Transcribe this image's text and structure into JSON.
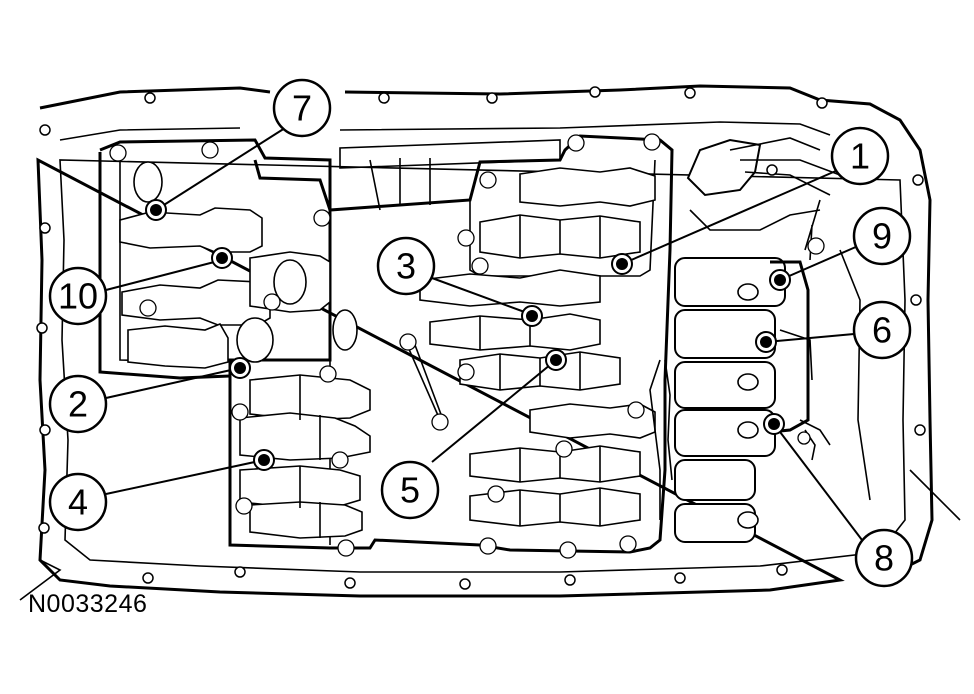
{
  "figure_id": "N0033246",
  "callouts": [
    {
      "label": "1"
    },
    {
      "label": "2"
    },
    {
      "label": "3"
    },
    {
      "label": "4"
    },
    {
      "label": "5"
    },
    {
      "label": "6"
    },
    {
      "label": "7"
    },
    {
      "label": "8"
    },
    {
      "label": "9"
    },
    {
      "label": "10"
    }
  ]
}
